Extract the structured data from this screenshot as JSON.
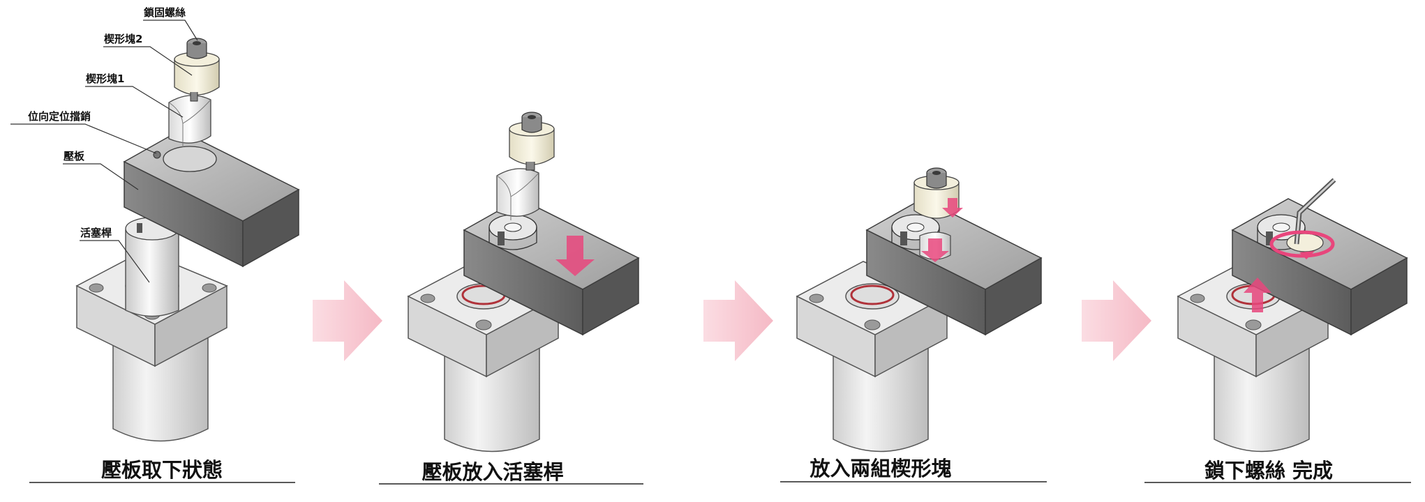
{
  "callouts": {
    "lock_screw": "鎖固螺絲",
    "wedge_2": "楔形塊2",
    "wedge_1": "楔形塊1",
    "locating_pin": "位向定位擋銷",
    "clamp_plate": "壓板",
    "piston_rod": "活塞桿"
  },
  "steps": [
    {
      "caption": "壓板取下狀態"
    },
    {
      "caption": "壓板放入活塞桿"
    },
    {
      "caption": "放入兩組楔形塊"
    },
    {
      "caption": "鎖下螺絲  完成"
    }
  ],
  "colors": {
    "plate_top": "#bdbdbd",
    "plate_front": "#7a7a7a",
    "plate_side": "#5d5d5d",
    "body_light": "#eeeeee",
    "wedge_cream": "#f3efdc",
    "seal_red": "#b0323a",
    "arrow_pink": "#f7c6cf",
    "motion_magenta": "#e8467c"
  }
}
